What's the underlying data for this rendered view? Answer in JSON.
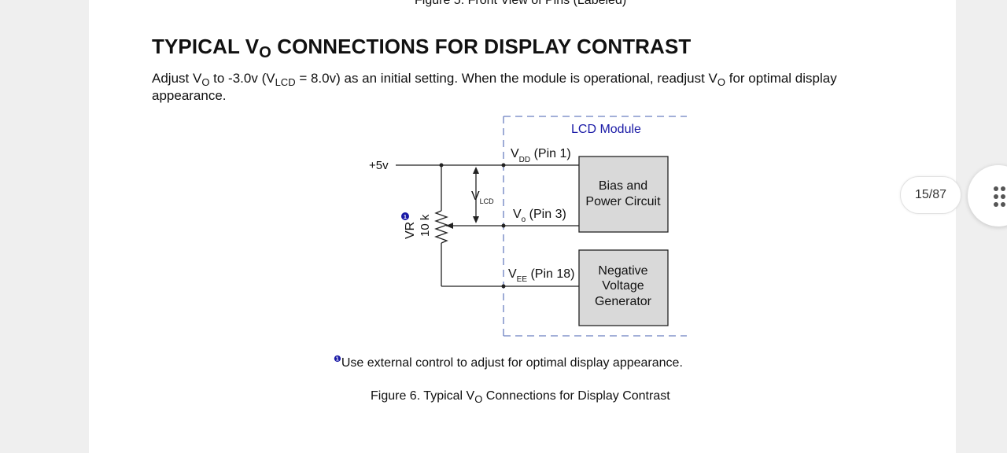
{
  "previous_figure_caption": "Figure 5. Front View of Pins (Labeled)",
  "heading": {
    "prefix": "TYPICAL V",
    "sub": "O",
    "suffix": " CONNECTIONS FOR DISPLAY CONTRAST"
  },
  "intro": {
    "t1": "Adjust V",
    "s1": "O",
    "t2": " to -3.0v (V",
    "s2": "LCD",
    "t3": " = 8.0v) as an initial setting. When the module is operational, readjust V",
    "s3": "O",
    "t4": " for optimal display appearance."
  },
  "diagram": {
    "module_label": "LCD Module",
    "supply_label": "+5v",
    "vdd_main": "V",
    "vdd_sub": "DD",
    "vdd_pin": " (Pin 1)",
    "vo_main": "V",
    "vo_sub": "o",
    "vo_pin": " (Pin 3)",
    "vee_main": "V",
    "vee_sub": "EE",
    "vee_pin": " (Pin 18)",
    "vlcd_main": "V",
    "vlcd_sub": "LCD",
    "resistor_name": "VR",
    "resistor_value": "10 k",
    "bias_line1": "Bias and",
    "bias_line2": "Power Circuit",
    "neg_line1": "Negative",
    "neg_line2": "Voltage",
    "neg_line3": "Generator",
    "note_marker": "1"
  },
  "footnote": {
    "marker": "❶",
    "text": "Use external control to adjust for optimal display appearance."
  },
  "figure_caption": {
    "prefix": "Figure 6. Typical V",
    "sub": "O",
    "suffix": " Connections for Display Contrast"
  },
  "page_counter": "15/87",
  "colors": {
    "module_label": "#1a1aa6",
    "dashed_border": "#6a7fc0",
    "box_fill": "#d9d9d9",
    "note_marker": "#1a1aa6"
  },
  "icons": {
    "menu": "dots-grid-icon"
  }
}
